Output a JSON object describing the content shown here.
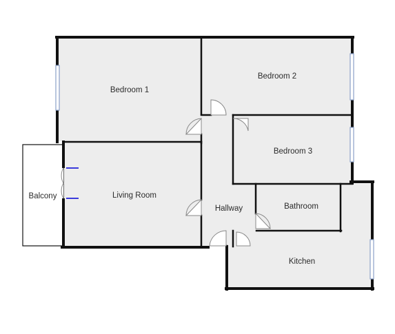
{
  "floorplan": {
    "rooms": {
      "bedroom1": "Bedroom 1",
      "bedroom2": "Bedroom 2",
      "bedroom3": "Bedroom 3",
      "living_room": "Living Room",
      "balcony": "Balcony",
      "hallway": "Hallway",
      "bathroom": "Bathroom",
      "kitchen": "Kitchen"
    },
    "colors": {
      "floor": "#ededed",
      "wall": "#111111",
      "window": "#8aa0c8",
      "door_swing": "#888888",
      "balcony_door": "#3a3adb"
    }
  }
}
